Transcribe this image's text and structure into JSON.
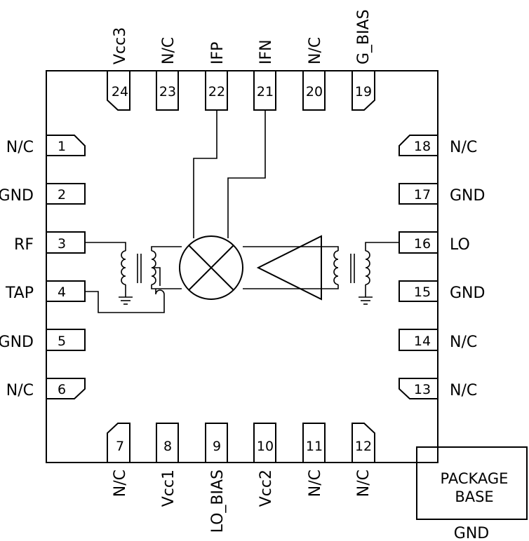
{
  "pins": {
    "p1": {
      "num": "1",
      "name": "N/C"
    },
    "p2": {
      "num": "2",
      "name": "GND"
    },
    "p3": {
      "num": "3",
      "name": "RF"
    },
    "p4": {
      "num": "4",
      "name": "TAP"
    },
    "p5": {
      "num": "5",
      "name": "GND"
    },
    "p6": {
      "num": "6",
      "name": "N/C"
    },
    "p7": {
      "num": "7",
      "name": "N/C"
    },
    "p8": {
      "num": "8",
      "name": "Vcc1"
    },
    "p9": {
      "num": "9",
      "name": "LO_BIAS"
    },
    "p10": {
      "num": "10",
      "name": "Vcc2"
    },
    "p11": {
      "num": "11",
      "name": "N/C"
    },
    "p12": {
      "num": "12",
      "name": "N/C"
    },
    "p13": {
      "num": "13",
      "name": "N/C"
    },
    "p14": {
      "num": "14",
      "name": "N/C"
    },
    "p15": {
      "num": "15",
      "name": "GND"
    },
    "p16": {
      "num": "16",
      "name": "LO"
    },
    "p17": {
      "num": "17",
      "name": "GND"
    },
    "p18": {
      "num": "18",
      "name": "N/C"
    },
    "p19": {
      "num": "19",
      "name": "G_BIAS"
    },
    "p20": {
      "num": "20",
      "name": "N/C"
    },
    "p21": {
      "num": "21",
      "name": "IFN"
    },
    "p22": {
      "num": "22",
      "name": "IFP"
    },
    "p23": {
      "num": "23",
      "name": "N/C"
    },
    "p24": {
      "num": "24",
      "name": "Vcc3"
    }
  },
  "package_base": {
    "line1": "PACKAGE",
    "line2": "BASE",
    "gnd_label": "GND"
  }
}
